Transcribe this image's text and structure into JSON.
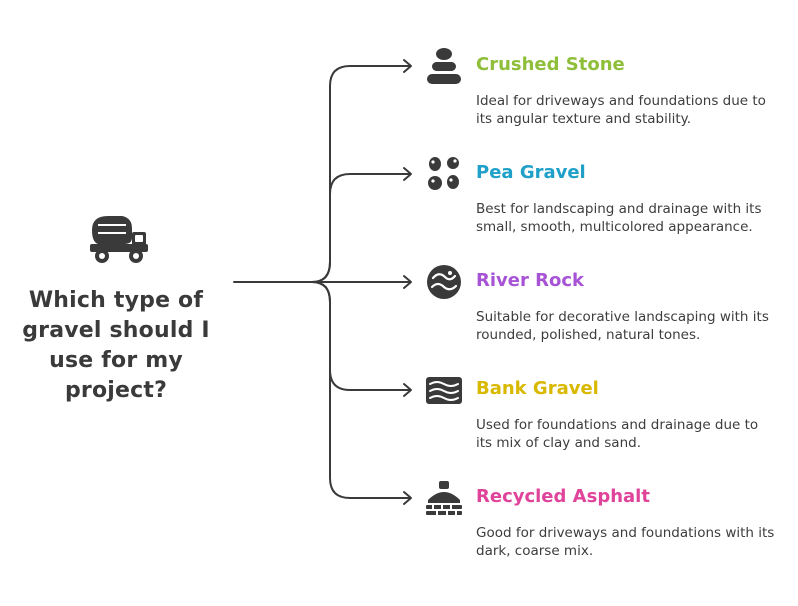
{
  "central": {
    "question": "Which type of gravel should I use for my project?"
  },
  "branches": [
    {
      "title": "Crushed Stone",
      "color": "#8fbf3a",
      "icon": "stone-stack-icon",
      "description": "Ideal for driveways and foundations due to its angular texture and stability."
    },
    {
      "title": "Pea Gravel",
      "color": "#1fa0c8",
      "icon": "pebbles-icon",
      "description": "Best for landscaping and drainage with its small, smooth, multicolored appearance."
    },
    {
      "title": "River Rock",
      "color": "#a653d6",
      "icon": "river-rock-icon",
      "description": "Suitable for decorative landscaping with its rounded, polished, natural tones."
    },
    {
      "title": "Bank Gravel",
      "color": "#d9b800",
      "icon": "sediment-layers-icon",
      "description": "Used for foundations and drainage due to its mix of clay and sand."
    },
    {
      "title": "Recycled Asphalt",
      "color": "#e0439a",
      "icon": "asphalt-paving-icon",
      "description": "Good for driveways and foundations with its dark, coarse mix."
    }
  ]
}
